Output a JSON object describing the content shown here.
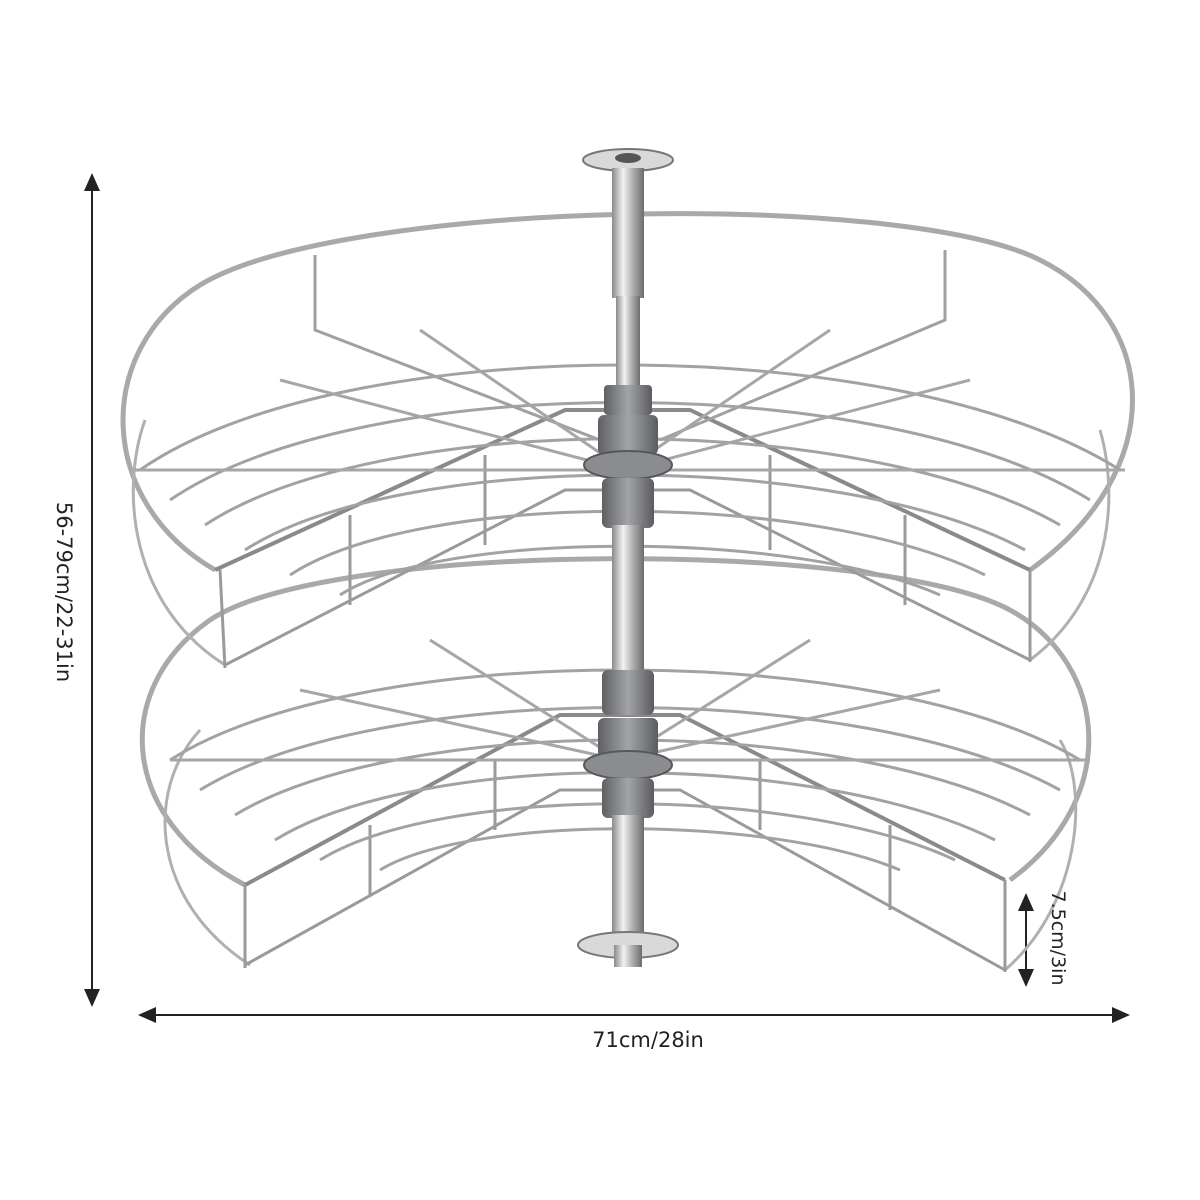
{
  "dimensions": {
    "width_label": "71cm/28in",
    "height_label": "56-79cm/22-31in",
    "basket_height_label": "7.5cm/3in"
  },
  "colors": {
    "wire": "#9a9a9a",
    "wire_dark": "#6e6e6e",
    "pole": "#c8c8c8",
    "bracket": "#7d7f82",
    "line": "#222222"
  }
}
